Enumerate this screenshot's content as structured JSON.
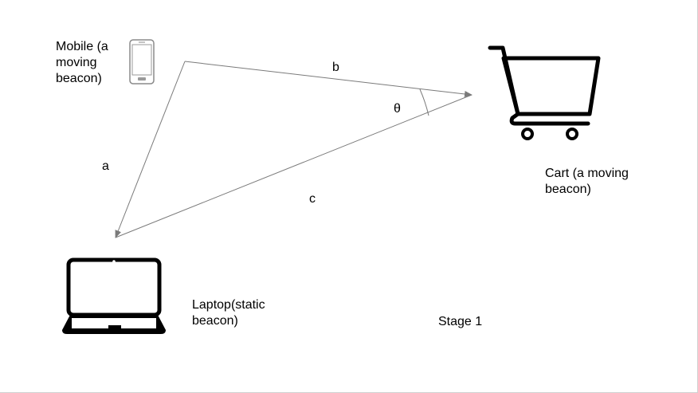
{
  "nodes": {
    "mobile": {
      "label": "Mobile (a\nmoving\nbeacon)",
      "icon": "smartphone-icon"
    },
    "cart": {
      "label": "Cart (a moving\nbeacon)",
      "icon": "shopping-cart-icon"
    },
    "laptop": {
      "label": "Laptop(static\nbeacon)",
      "icon": "laptop-icon"
    }
  },
  "edges": {
    "a": "a",
    "b": "b",
    "c": "c"
  },
  "angle": "θ",
  "stage": "Stage 1",
  "colors": {
    "line": "#7a7a7a",
    "icon": "#000000",
    "phone": "#8a8a8a",
    "text": "#000000"
  }
}
